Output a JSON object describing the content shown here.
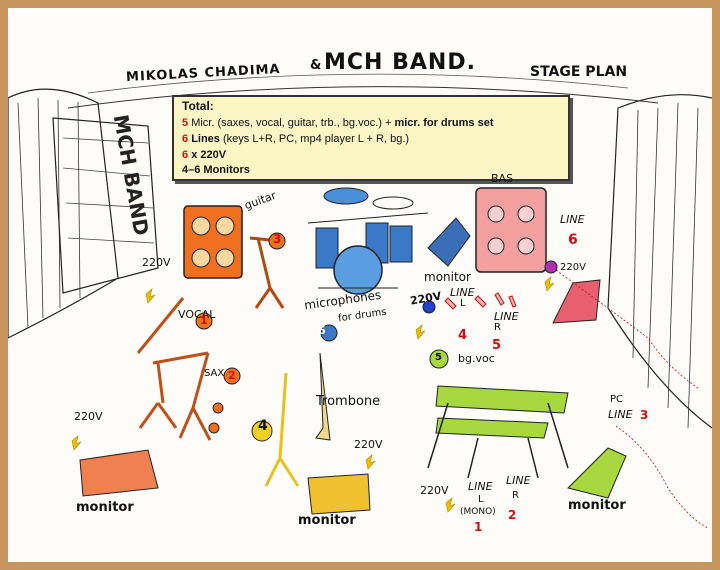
{
  "header": {
    "band_name_left": "MIKOLAS CHADIMA",
    "ampersand": "&",
    "band_name_right": "MCH BAND.",
    "stage_plan": "STAGE PLAN"
  },
  "total_box": {
    "title": "Total:",
    "micr_count": "5",
    "micr_text": "Micr. (saxes, vocal, guitar, trb., bg.voc.)  +",
    "micr_bold": "micr. for drums set",
    "lines_count": "6",
    "lines_text_a": "Lines",
    "lines_text_b": "(keys L+R, PC, mp4 player L + R, bg.)",
    "power_count": "6",
    "power_text": "x 220V",
    "monitors_text": "4–6 Monitors"
  },
  "labels": {
    "guitar": "guitar",
    "guitar_num": "3",
    "power_220v": "220V",
    "vocal": "VOCAL",
    "vocal_num": "1",
    "sax": "SAX",
    "sax_num": "2",
    "trombone": "Trombone",
    "trombone_num": "4",
    "drums_mics": "microphones",
    "drums_mics2": "for drums",
    "drums_num": "6",
    "monitor": "monitor",
    "bas": "BAS",
    "line": "LINE",
    "line_6": "6",
    "line_L": "L",
    "line_R": "R",
    "line_4": "4",
    "line_5": "5",
    "bgvoc_num": "5",
    "bgvoc": "bg.voc",
    "pc": "PC",
    "line_3": "3",
    "mono": "(MONO)",
    "line_1": "1",
    "line_2": "2",
    "moniter_bottom": "monitor",
    "side_text": "MCH BAND"
  }
}
